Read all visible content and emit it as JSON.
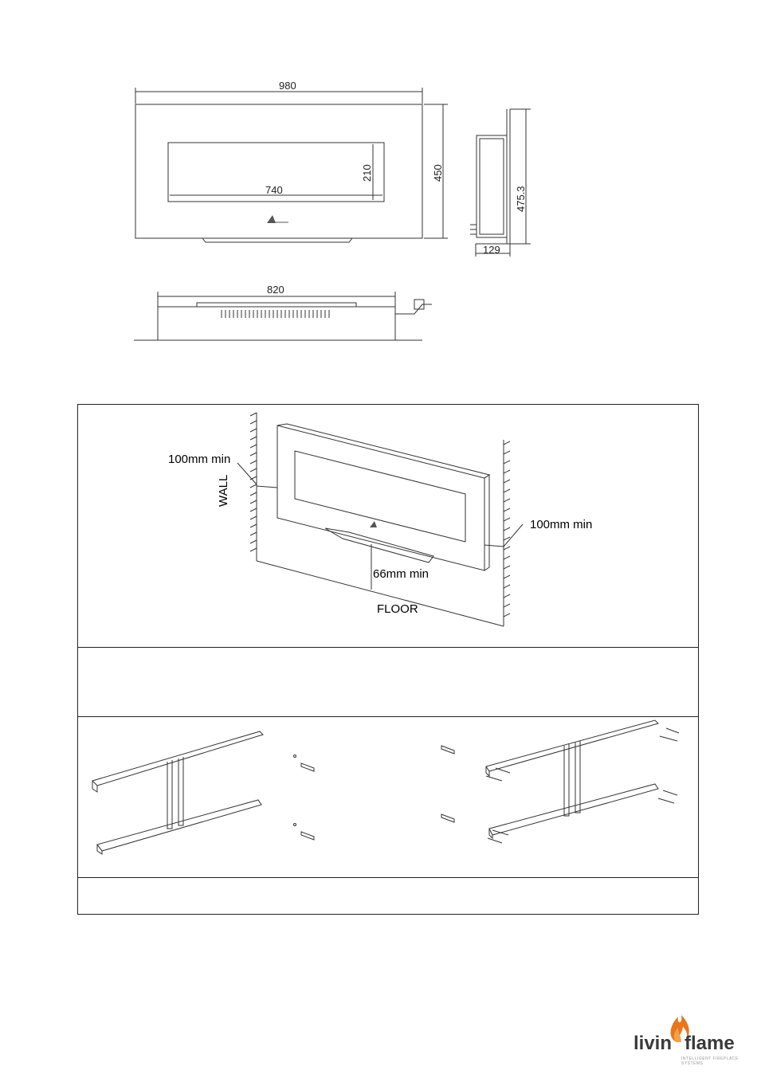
{
  "technical_drawing": {
    "front_width": "980",
    "front_height": "450",
    "window_width": "740",
    "window_height": "210",
    "side_depth": "129",
    "side_height": "475.3",
    "top_width": "820"
  },
  "clearance_panel": {
    "left_clearance": "100mm  min",
    "right_clearance": "100mm  min",
    "wall_label": "WALL",
    "bottom_clearance": "66mm min",
    "floor_label": "FLOOR"
  },
  "logo": {
    "word_left": "livin",
    "word_right": "flame",
    "tagline": "INTELLIGENT FIREPLACE SYSTEMS",
    "accent_color": "#e8761c"
  }
}
